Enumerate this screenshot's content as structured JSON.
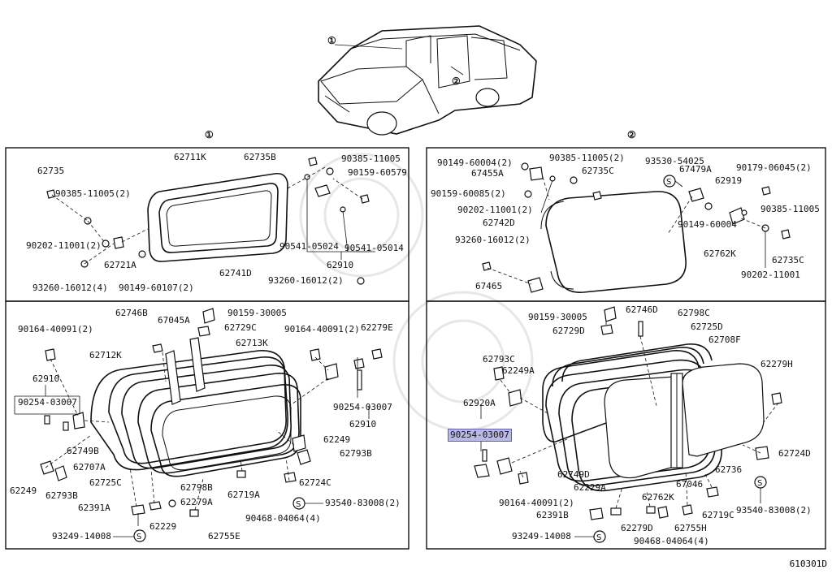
{
  "diagram_code": "610301D",
  "callouts": {
    "c1": "①",
    "c2": "②"
  },
  "panel1_top": {
    "title": "①",
    "labels": {
      "p62711K": "62711K",
      "p62735B": "62735B",
      "p90385a": "90385-11005",
      "p90159": "90159-60579",
      "p62735": "62735",
      "p90385b": "90385-11005(2)",
      "p90202": "90202-11001(2)",
      "p62721A": "62721A",
      "p93260": "93260-16012(4)",
      "p90149": "90149-60107(2)",
      "p62741D": "62741D",
      "p90541a": "90541-05024",
      "p90541b": "90541-05014",
      "p62910": "62910",
      "p93260b": "93260-16012(2)"
    }
  },
  "panel2_top": {
    "title": "②",
    "labels": {
      "p90149a": "90149-60004(2)",
      "p90385a": "90385-11005(2)",
      "p93530": "93530-54025",
      "p90179": "90179-06045(2)",
      "p67455A": "67455A",
      "p62735C": "62735C",
      "p67479A": "67479A",
      "p62919": "62919",
      "p90159": "90159-60085(2)",
      "p90202a": "90202-11001(2)",
      "p62742D": "62742D",
      "p90149b": "90149-60004",
      "p90385b": "90385-11005",
      "p93260": "93260-16012(2)",
      "p62762K": "62762K",
      "p62735Cb": "62735C",
      "p90202b": "90202-11001",
      "p67465": "67465"
    }
  },
  "panel1_bottom": {
    "labels": {
      "p62746B": "62746B",
      "p67045A": "67045A",
      "p90159": "90159-30005",
      "p62729C": "62729C",
      "p90164a": "90164-40091(2)",
      "p90164b": "90164-40091(2)",
      "p62279E": "62279E",
      "p62712K": "62712K",
      "p62713K": "62713K",
      "p62910a": "62910",
      "p90254a": "90254-03007",
      "p90254b": "90254-03007",
      "p62910b": "62910",
      "p62749B": "62749B",
      "p62707A": "62707A",
      "p62249a": "62249",
      "p62793Ba": "62793B",
      "p62725C": "62725C",
      "p62798B": "62798B",
      "p62724C": "62724C",
      "p62249b": "62249",
      "p62793Bb": "62793B",
      "p62719A": "62719A",
      "p62279A": "62279A",
      "p93540": "93540-83008(2)",
      "p62391A": "62391A",
      "p90468": "90468-04064(4)",
      "p62229": "62229",
      "p93249": "93249-14008",
      "p62755E": "62755E"
    }
  },
  "panel2_bottom": {
    "labels": {
      "p62746D": "62746D",
      "p62798C": "62798C",
      "p90159": "90159-30005",
      "p62725D": "62725D",
      "p62729D": "62729D",
      "p62708F": "62708F",
      "p62793C": "62793C",
      "p62249A": "62249A",
      "p62279H": "62279H",
      "p62920A": "62920A",
      "p90254": "90254-03007",
      "p62724D": "62724D",
      "p62736": "62736",
      "p62749D": "62749D",
      "p62229A": "62229A",
      "p90164": "90164-40091(2)",
      "p67046": "67046",
      "p62762K": "62762K",
      "p62719C": "62719C",
      "p93540": "93540-83008(2)",
      "p62391B": "62391B",
      "p62279D": "62279D",
      "p62755H": "62755H",
      "p93249": "93249-14008",
      "p90468": "90468-04064(4)"
    }
  }
}
